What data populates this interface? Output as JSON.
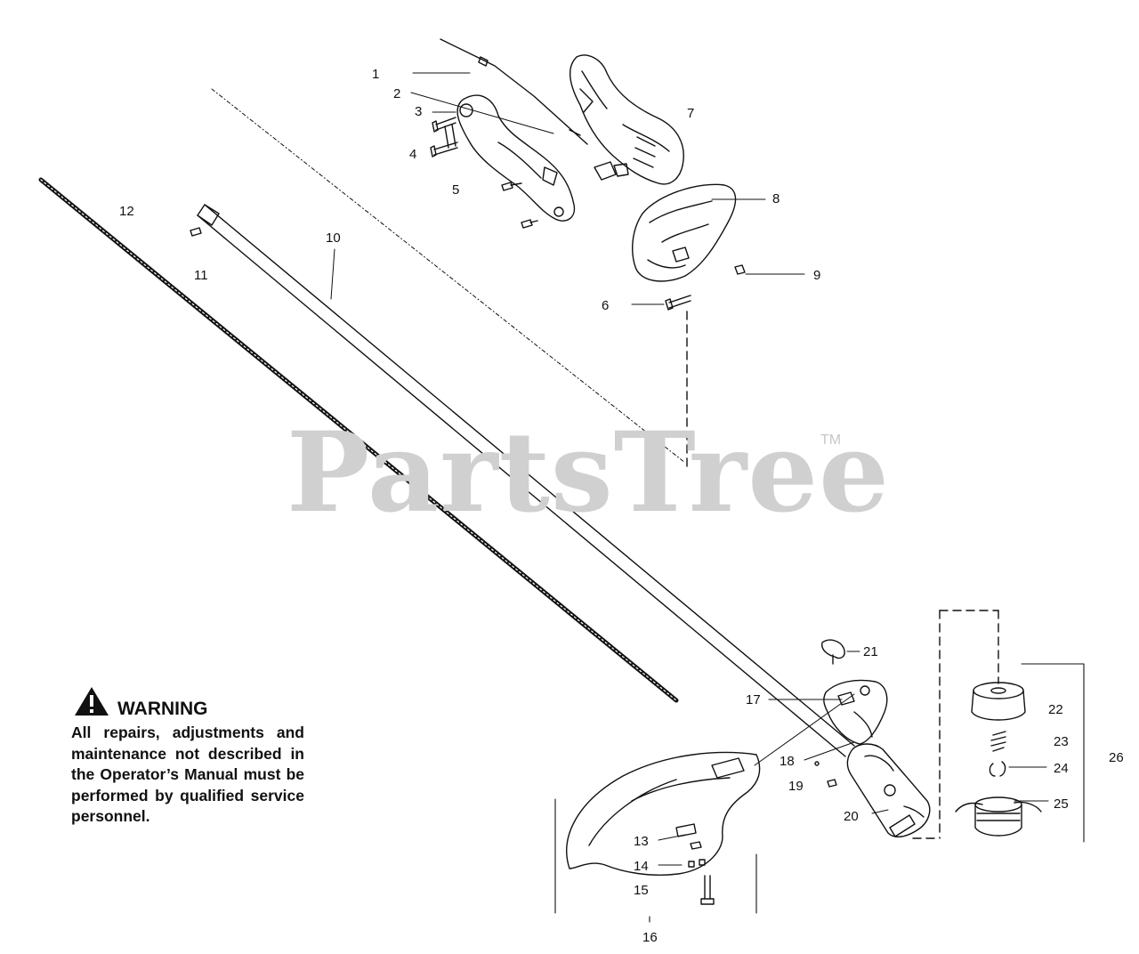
{
  "diagram": {
    "watermark": "PartsTree",
    "watermark_mark": "TM",
    "callouts": [
      "1",
      "2",
      "3",
      "4",
      "5",
      "6",
      "7",
      "8",
      "9",
      "10",
      "11",
      "12",
      "13",
      "14",
      "15",
      "16",
      "17",
      "18",
      "19",
      "20",
      "21",
      "22",
      "23",
      "24",
      "25",
      "26"
    ]
  },
  "warning": {
    "icon": "warning-triangle-icon",
    "title": "WARNING",
    "body": "All repairs, adjustments and maintenance not described in the Operator’s Manual must be performed by qualified service personnel."
  }
}
